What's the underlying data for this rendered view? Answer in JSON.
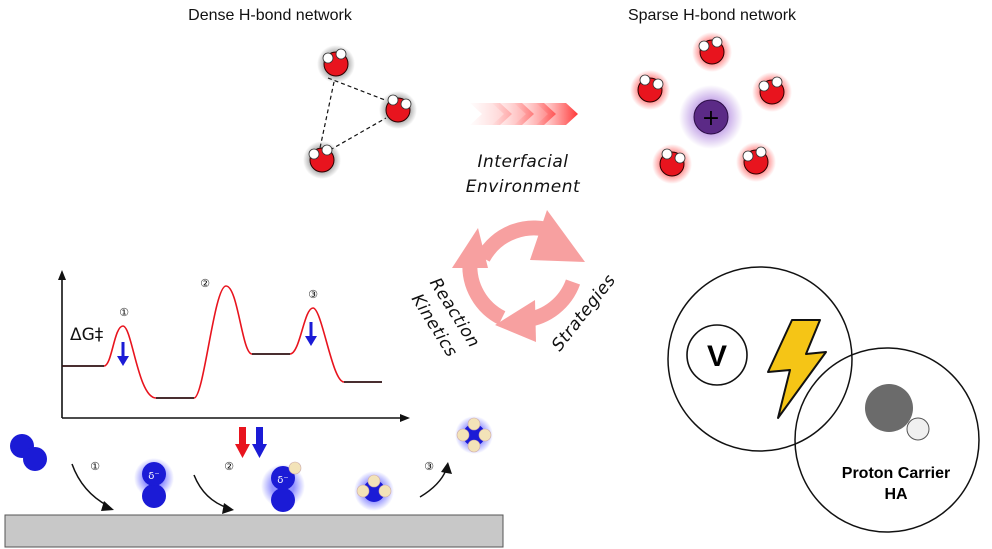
{
  "header": {
    "dense_title": "Dense H-bond network",
    "sparse_title": "Sparse H-bond network"
  },
  "cycle": {
    "interfacial_line1": "Interfacial",
    "interfacial_line2": "Environment",
    "reaction_line1": "Reaction",
    "reaction_line2": "Kinetics",
    "strategies": "Strategies"
  },
  "energy_profile": {
    "ylabel": "ΔG‡",
    "step_labels": [
      "①",
      "②",
      "③"
    ]
  },
  "cation_symbol": "+",
  "surface": {
    "step_labels": [
      "①",
      "②",
      "③"
    ],
    "charge_label": "δ⁻"
  },
  "venn": {
    "potential_symbol": "V",
    "proton_carrier_line1": "Proton Carrier",
    "proton_carrier_line2": "HA"
  },
  "colors": {
    "water_oxygen": "#e8141e",
    "cation": "#5b2a86",
    "intermediate": "#1b1bd6",
    "arrow_red": "#e8141e",
    "arrow_blue": "#1b1bd6",
    "cycle_arrows": "#f7a0a0",
    "lightning": "#f5c516"
  }
}
